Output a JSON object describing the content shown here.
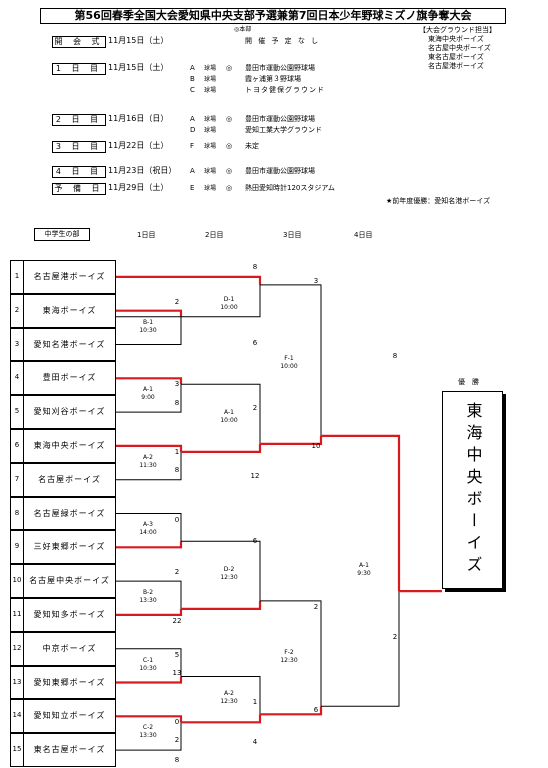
{
  "title": "第56回春季全国大会愛知県中央支部予選兼第7回日本少年野球ミズノ旗争奪大会",
  "honbu_note": "◎本部",
  "schedule": [
    {
      "label": "開 会 式",
      "date": "11月15日（土）",
      "rows": [
        {
          "letter": "",
          "ground": "",
          "mark": "",
          "venue": "開 催 予 定 な し"
        }
      ]
    },
    {
      "label": "1 日 目",
      "date": "11月15日（土）",
      "rows": [
        {
          "letter": "A",
          "ground": "球場",
          "mark": "◎",
          "venue": "豊田市運動公園野球場"
        },
        {
          "letter": "B",
          "ground": "球場",
          "mark": "",
          "venue": "霞ヶ浦第３野球場"
        },
        {
          "letter": "C",
          "ground": "球場",
          "mark": "",
          "venue": "トヨタ健保グラウンド"
        }
      ]
    },
    {
      "label": "2 日 目",
      "date": "11月16日（日）",
      "rows": [
        {
          "letter": "A",
          "ground": "球場",
          "mark": "◎",
          "venue": "豊田市運動公園野球場"
        },
        {
          "letter": "D",
          "ground": "球場",
          "mark": "",
          "venue": "愛知工業大学グラウンド"
        }
      ]
    },
    {
      "label": "3 日 目",
      "date": "11月22日（土）",
      "rows": [
        {
          "letter": "F",
          "ground": "球場",
          "mark": "◎",
          "venue": "未定"
        }
      ]
    },
    {
      "label": "4 日 目",
      "date": "11月23日（祝日）",
      "rows": [
        {
          "letter": "A",
          "ground": "球場",
          "mark": "◎",
          "venue": "豊田市運動公園野球場"
        }
      ]
    },
    {
      "label": "予 備 日",
      "date": "11月29日（土）",
      "rows": [
        {
          "letter": "E",
          "ground": "球場",
          "mark": "◎",
          "venue": "熱田愛知時計120スタジアム"
        }
      ]
    }
  ],
  "ground_staff": {
    "header": "【大会グラウンド担当】",
    "teams": [
      "東海中央ボーイズ",
      "名古屋中央ボーイズ",
      "東名古屋ボーイズ",
      "名古屋港ボーイズ"
    ]
  },
  "prev_winner": "★前年度優勝：愛知名港ボーイズ",
  "bracket": {
    "division": "中学生の部",
    "day_headers": [
      "1日目",
      "2日目",
      "3日目",
      "4日目"
    ],
    "champion_label": "優　勝",
    "champion": "東海中央ボーイズ",
    "teams": [
      "名古屋港ボーイズ",
      "東海ボーイズ",
      "愛知名港ボーイズ",
      "豊田ボーイズ",
      "愛知刈谷ボーイズ",
      "東海中央ボーイズ",
      "名古屋ボーイズ",
      "名古屋緑ボーイズ",
      "三好東郷ボーイズ",
      "名古屋中央ボーイズ",
      "愛知知多ボーイズ",
      "中京ボーイズ",
      "愛知東郷ボーイズ",
      "愛知知立ボーイズ",
      "東名古屋ボーイズ"
    ],
    "numbers": [
      "1",
      "2",
      "3",
      "4",
      "5",
      "6",
      "7",
      "8",
      "9",
      "10",
      "11",
      "12",
      "13",
      "14",
      "15"
    ],
    "games": [
      {
        "id": "B-1",
        "time": "10:30"
      },
      {
        "id": "A-1",
        "time": "9:00"
      },
      {
        "id": "A-2",
        "time": "11:30"
      },
      {
        "id": "A-3",
        "time": "14:00"
      },
      {
        "id": "B-2",
        "time": "13:30"
      },
      {
        "id": "C-1",
        "time": "10:30"
      },
      {
        "id": "C-2",
        "time": "13:30"
      },
      {
        "id": "D-1",
        "time": "10:00"
      },
      {
        "id": "A-1",
        "time": "10:00"
      },
      {
        "id": "D-2",
        "time": "12:30"
      },
      {
        "id": "A-2",
        "time": "12:30"
      },
      {
        "id": "F-1",
        "time": "10:00"
      },
      {
        "id": "F-2",
        "time": "12:30"
      },
      {
        "id": "A-1",
        "time": "9:30"
      }
    ],
    "scores": [
      "8",
      "2",
      "6",
      "3",
      "8",
      "2",
      "1",
      "8",
      "10",
      "12",
      "0",
      "6",
      "2",
      "22",
      "2",
      "5",
      "13",
      "1",
      "0",
      "2",
      "6",
      "4",
      "8",
      "3",
      "8",
      "2"
    ],
    "colors": {
      "win_line": "#d71920",
      "line": "#000000"
    }
  }
}
